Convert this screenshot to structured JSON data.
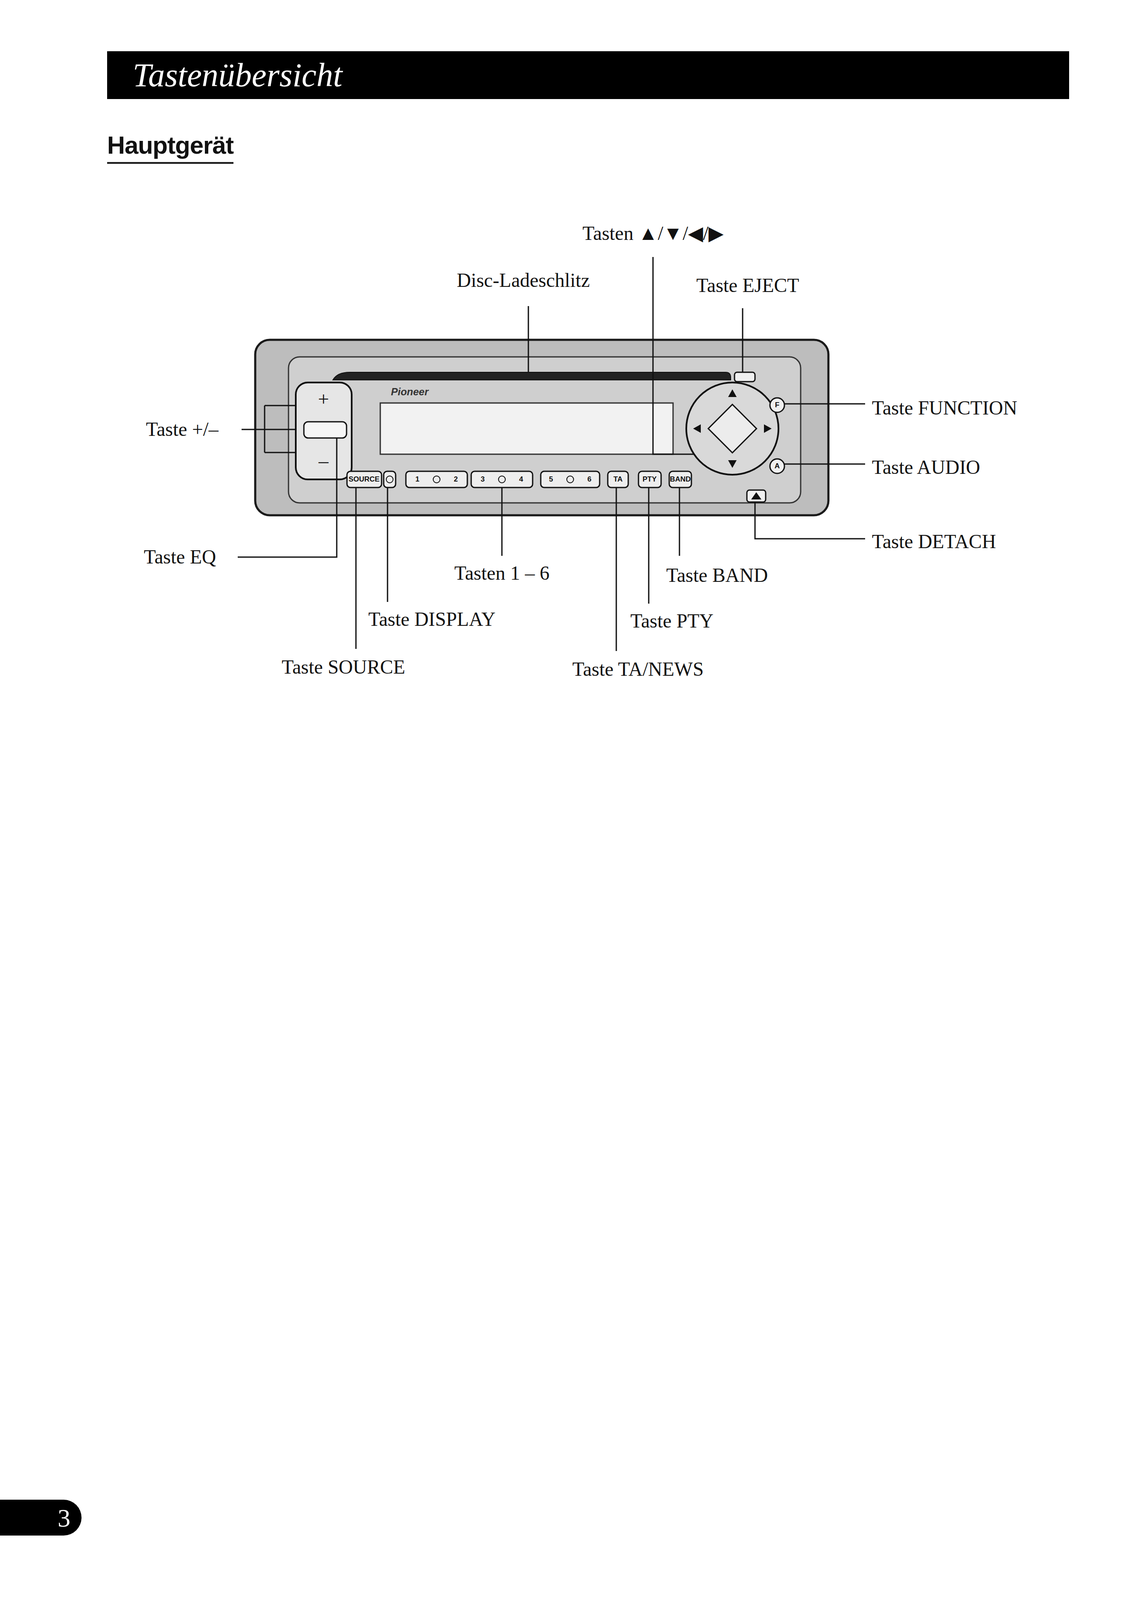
{
  "diagram": {
    "title": "Tastenübersicht",
    "labels": [
      "Hauptgerät",
      "Tasten ▲/▼/◀/▶",
      "Disc-Ladeschlitz",
      "Taste EJECT",
      "Taste FUNCTION",
      "Taste +/–",
      "Taste AUDIO",
      "Taste DETACH",
      "Taste EQ",
      "Tasten 1 – 6",
      "Taste BAND",
      "Taste DISPLAY",
      "Taste PTY",
      "Taste SOURCE",
      "Taste TA/NEWS",
      "3",
      "Pioneer",
      "SOURCE",
      "1",
      "2",
      "3",
      "4",
      "5",
      "6",
      "TA",
      "PTY",
      "BAND",
      "F",
      "A",
      "+",
      "–"
    ]
  }
}
